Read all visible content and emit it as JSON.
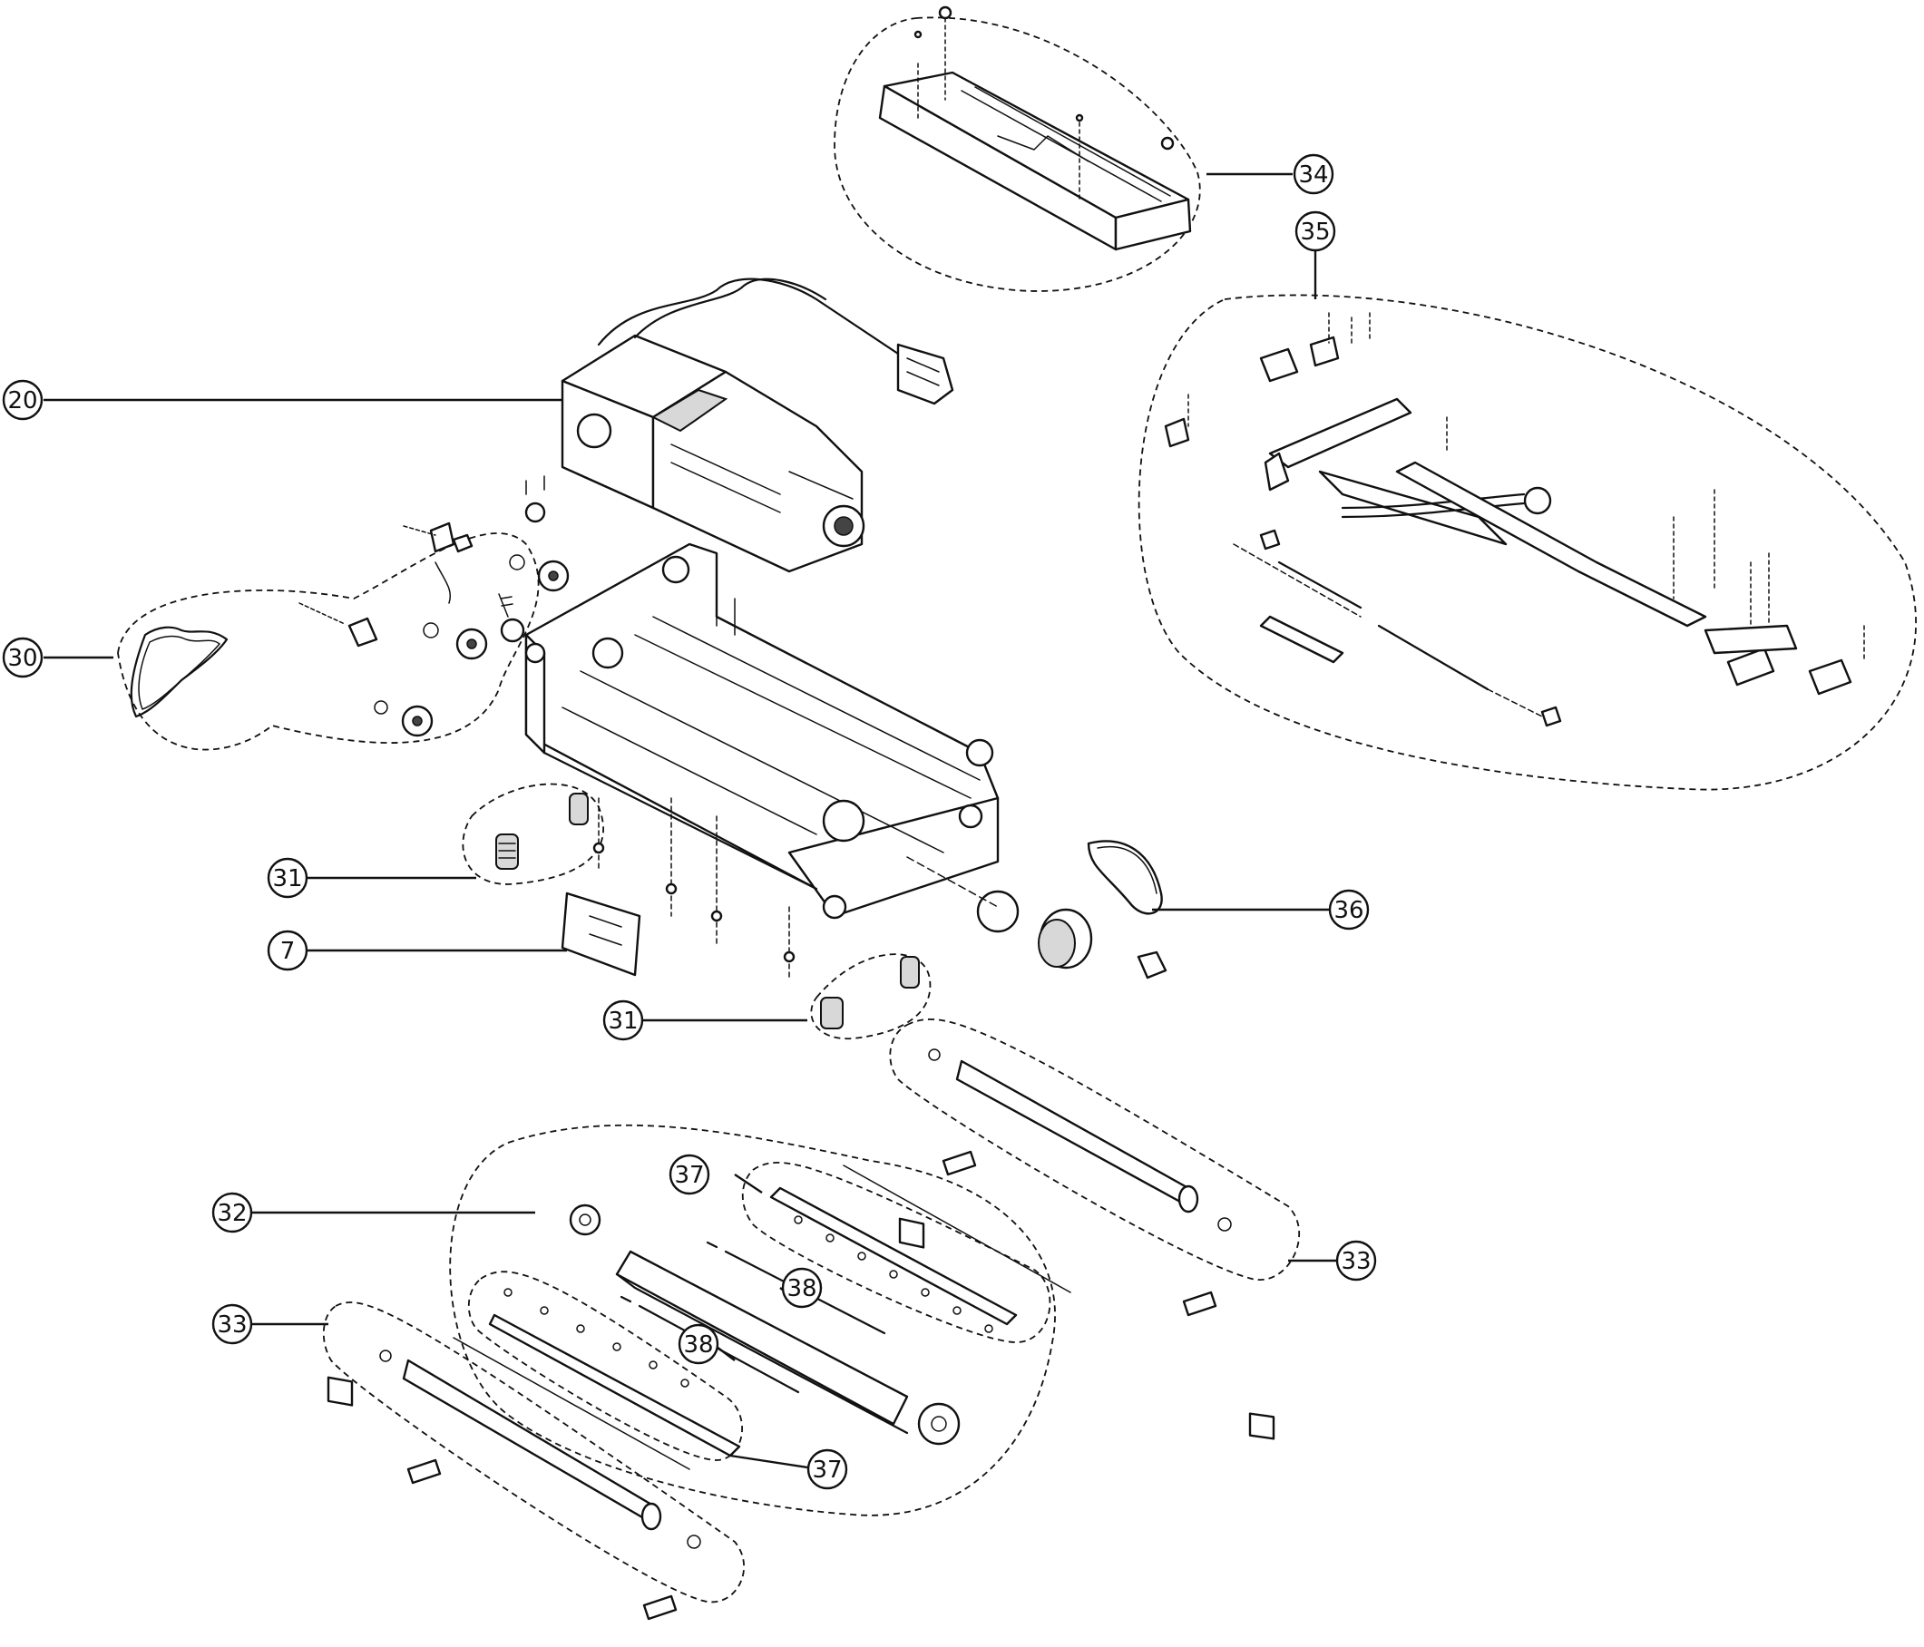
{
  "callouts": {
    "c20": "20",
    "c30": "30",
    "c31a": "31",
    "c31b": "31",
    "c7": "7",
    "c34": "34",
    "c35": "35",
    "c36": "36",
    "c32": "32",
    "c33a": "33",
    "c33b": "33",
    "c37a": "37",
    "c37b": "37",
    "c38a": "38",
    "c38b": "38"
  }
}
